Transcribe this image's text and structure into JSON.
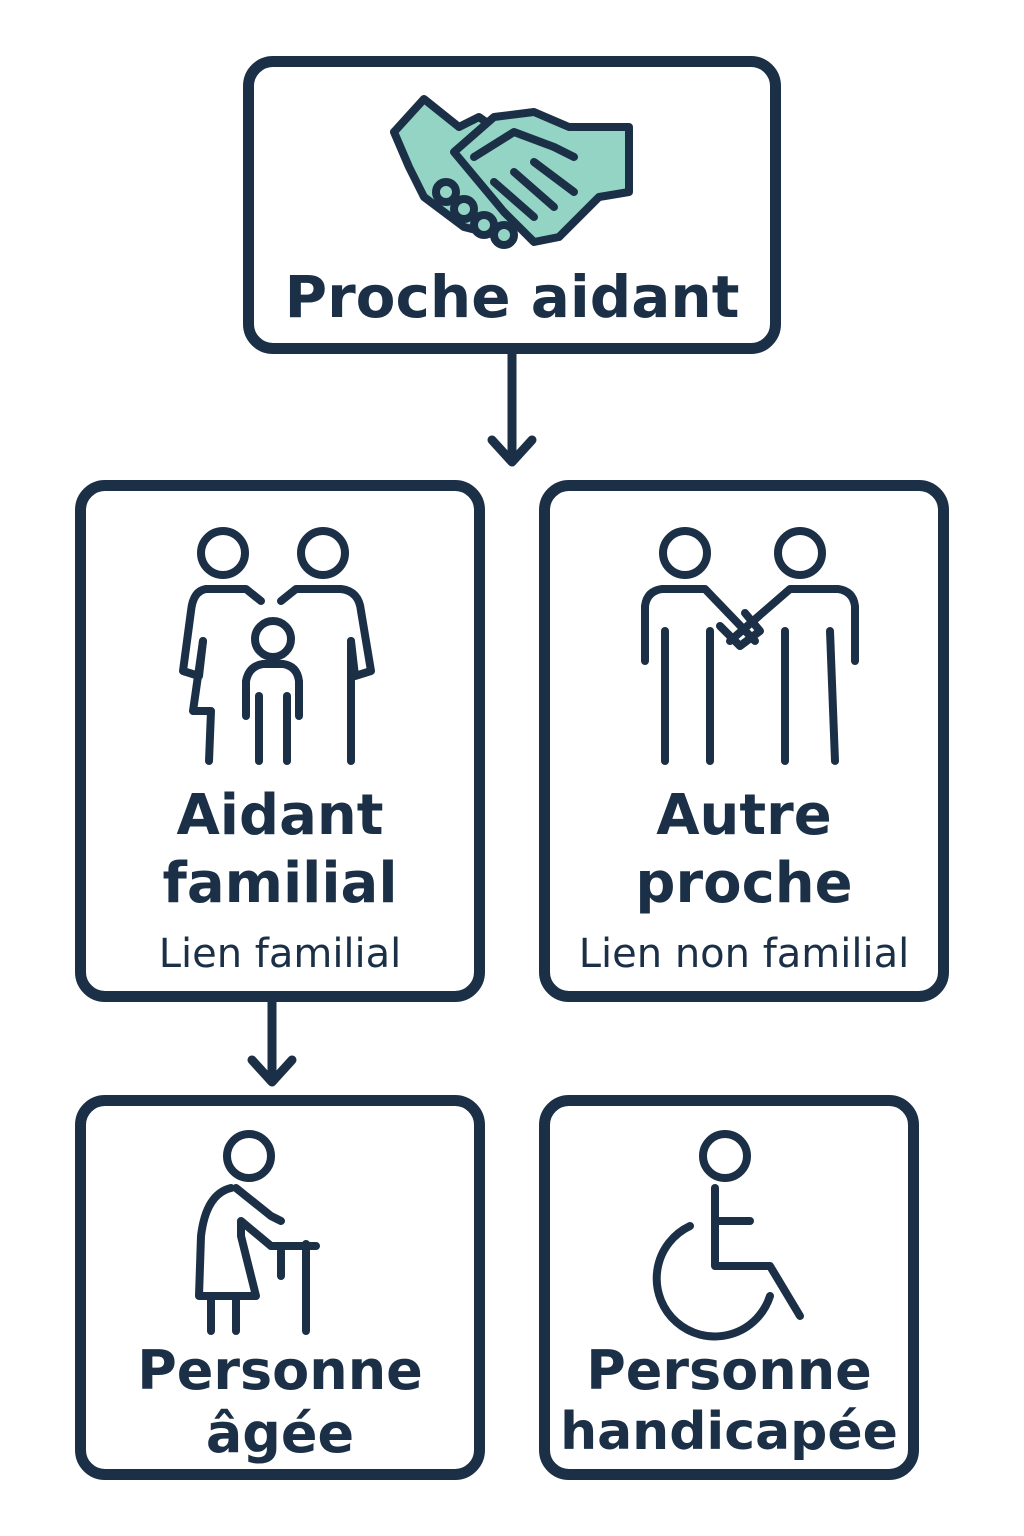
{
  "colors": {
    "ink": "#1b3047",
    "accent": "#93d4c4",
    "background": "#ffffff"
  },
  "nodes": {
    "proche_aidant": {
      "title": "Proche aidant",
      "icon": "handshake-icon"
    },
    "aidant_familial": {
      "title_line1": "Aidant",
      "title_line2": "familial",
      "subtitle": "Lien familial",
      "icon": "family-icon"
    },
    "autre_proche": {
      "title_line1": "Autre",
      "title_line2": "proche",
      "subtitle": "Lien non familial",
      "icon": "two-people-holding-hands-icon"
    },
    "personne_agee": {
      "title_line1": "Personne",
      "title_line2": "âgée",
      "icon": "elderly-person-with-cane-icon"
    },
    "personne_handicapee": {
      "title_line1": "Personne",
      "title_line2": "handicapée",
      "icon": "wheelchair-icon"
    }
  }
}
